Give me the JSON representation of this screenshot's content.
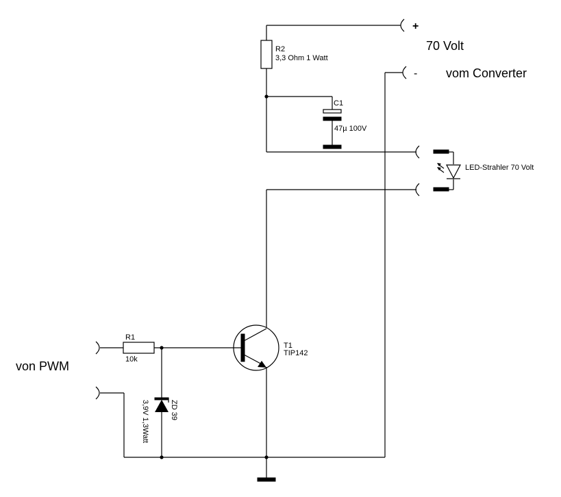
{
  "labels": {
    "plus_sign": "+",
    "minus_sign": "-",
    "voltage": "70 Volt",
    "converter": "vom Converter",
    "pwm": "von PWM"
  },
  "components": {
    "r2": {
      "ref": "R2",
      "value": "3,3 Ohm 1 Watt"
    },
    "c1": {
      "ref": "C1",
      "value": "47µ 100V"
    },
    "led": {
      "label": "LED-Strahler 70 Volt"
    },
    "r1": {
      "ref": "R1",
      "value": "10k"
    },
    "t1": {
      "ref": "T1",
      "value": "TIP142"
    },
    "zd": {
      "ref": "ZD 39",
      "value": "3,9V  1,3Watt"
    }
  }
}
